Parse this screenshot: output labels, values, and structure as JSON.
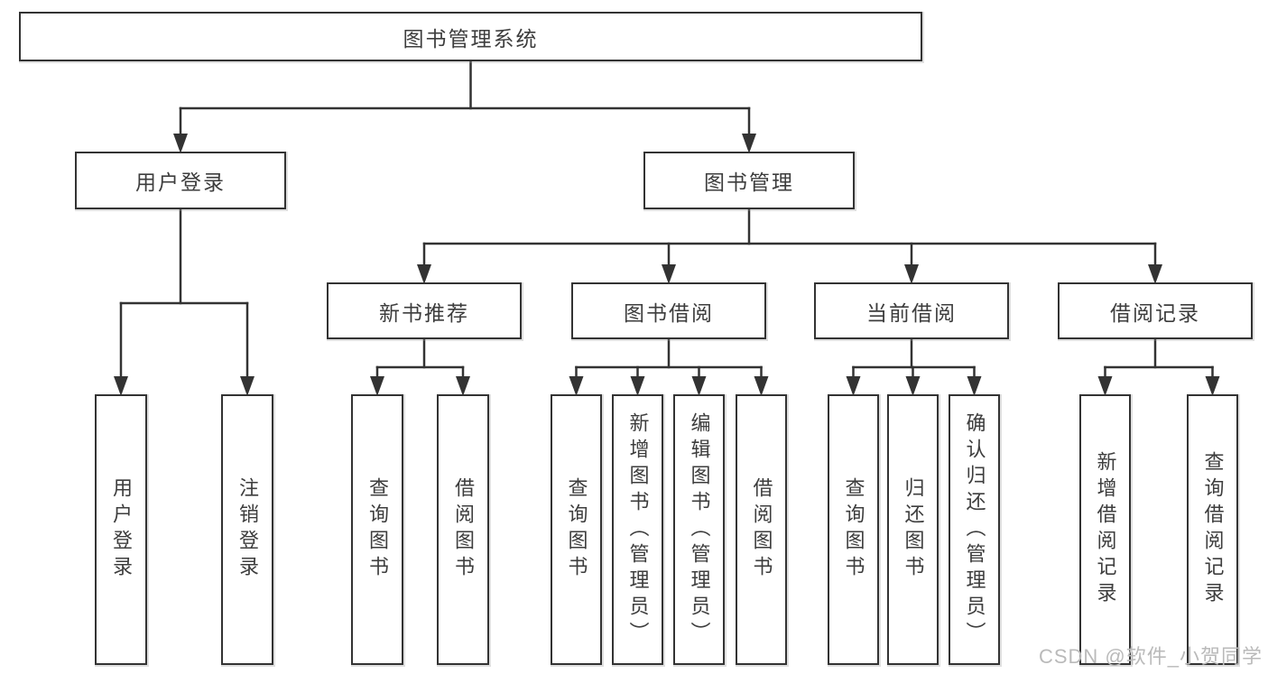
{
  "diagram": {
    "type": "hierarchy-tree",
    "nodes": [
      {
        "id": "root",
        "label": "图书管理系统",
        "parent": null
      },
      {
        "id": "user-login",
        "label": "用户登录",
        "parent": "root"
      },
      {
        "id": "book-mgmt",
        "label": "图书管理",
        "parent": "root"
      },
      {
        "id": "login",
        "label": "用户登录",
        "parent": "user-login"
      },
      {
        "id": "logout",
        "label": "注销登录",
        "parent": "user-login"
      },
      {
        "id": "new-book-rec",
        "label": "新书推荐",
        "parent": "book-mgmt"
      },
      {
        "id": "book-borrow",
        "label": "图书借阅",
        "parent": "book-mgmt"
      },
      {
        "id": "current-borrow",
        "label": "当前借阅",
        "parent": "book-mgmt"
      },
      {
        "id": "borrow-records",
        "label": "借阅记录",
        "parent": "book-mgmt"
      },
      {
        "id": "rec-query",
        "label": "查询图书",
        "parent": "new-book-rec"
      },
      {
        "id": "rec-borrow",
        "label": "借阅图书",
        "parent": "new-book-rec"
      },
      {
        "id": "bb-query",
        "label": "查询图书",
        "parent": "book-borrow"
      },
      {
        "id": "bb-add",
        "label": "新增图书（管理员）",
        "parent": "book-borrow"
      },
      {
        "id": "bb-edit",
        "label": "编辑图书（管理员）",
        "parent": "book-borrow"
      },
      {
        "id": "bb-borrow",
        "label": "借阅图书",
        "parent": "book-borrow"
      },
      {
        "id": "cb-query",
        "label": "查询图书",
        "parent": "current-borrow"
      },
      {
        "id": "cb-return",
        "label": "归还图书",
        "parent": "current-borrow"
      },
      {
        "id": "cb-confirm",
        "label": "确认归还（管理员）",
        "parent": "current-borrow"
      },
      {
        "id": "br-add",
        "label": "新增借阅记录",
        "parent": "borrow-records"
      },
      {
        "id": "br-query",
        "label": "查询借阅记录",
        "parent": "borrow-records"
      }
    ]
  },
  "watermark": {
    "text": "CSDN @软件_小贺同学"
  },
  "colors": {
    "line": "#333333",
    "text": "#3d3d3d",
    "background": "#ffffff",
    "box_background": "#ffffff",
    "watermark": "#bababa"
  }
}
